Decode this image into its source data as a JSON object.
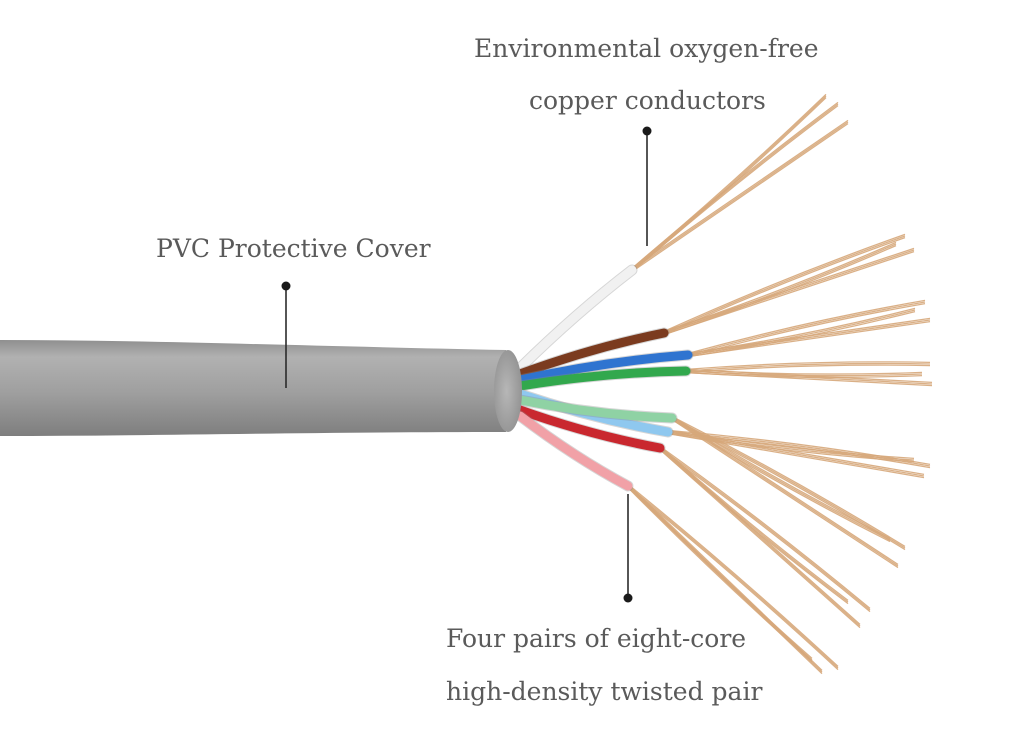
{
  "diagram": {
    "callouts": {
      "conductors": {
        "line1": "Environmental oxygen-free",
        "line2": "copper conductors"
      },
      "cover": {
        "line1": "PVC Protective Cover"
      },
      "pairs": {
        "line1": "Four pairs of eight-core",
        "line2": "high-density twisted pair"
      }
    },
    "cable": {
      "jacket_color": "#a3a3a3",
      "copper_color": "#d6a77a",
      "wire_colors": [
        "#f1f1f1",
        "#7b3b1f",
        "#2f74d0",
        "#32a84d",
        "#8fc8ef",
        "#8fd2a4",
        "#c9282f",
        "#f1a1a7"
      ]
    }
  }
}
